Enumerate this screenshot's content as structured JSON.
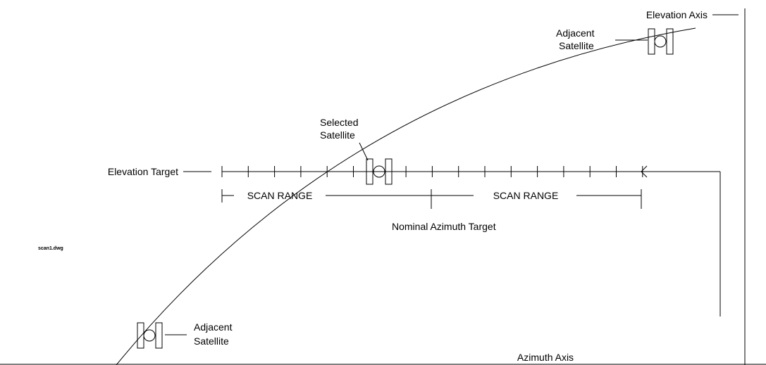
{
  "labels": {
    "elevation_axis": "Elevation Axis",
    "adjacent_satellite_top_line1": "Adjacent",
    "adjacent_satellite_top_line2": "Satellite",
    "selected_satellite_line1": "Selected",
    "selected_satellite_line2": "Satellite",
    "elevation_target": "Elevation Target",
    "scan_range_left": "SCAN RANGE",
    "scan_range_right": "SCAN RANGE",
    "nominal_azimuth_target": "Nominal Azimuth Target",
    "file_name": "scan1.dwg",
    "adjacent_satellite_bottom_line1": "Adjacent",
    "adjacent_satellite_bottom_line2": "Satellite",
    "azimuth_axis": "Azimuth Axis"
  },
  "colors": {
    "ink": "#000000",
    "background": "#ffffff"
  }
}
